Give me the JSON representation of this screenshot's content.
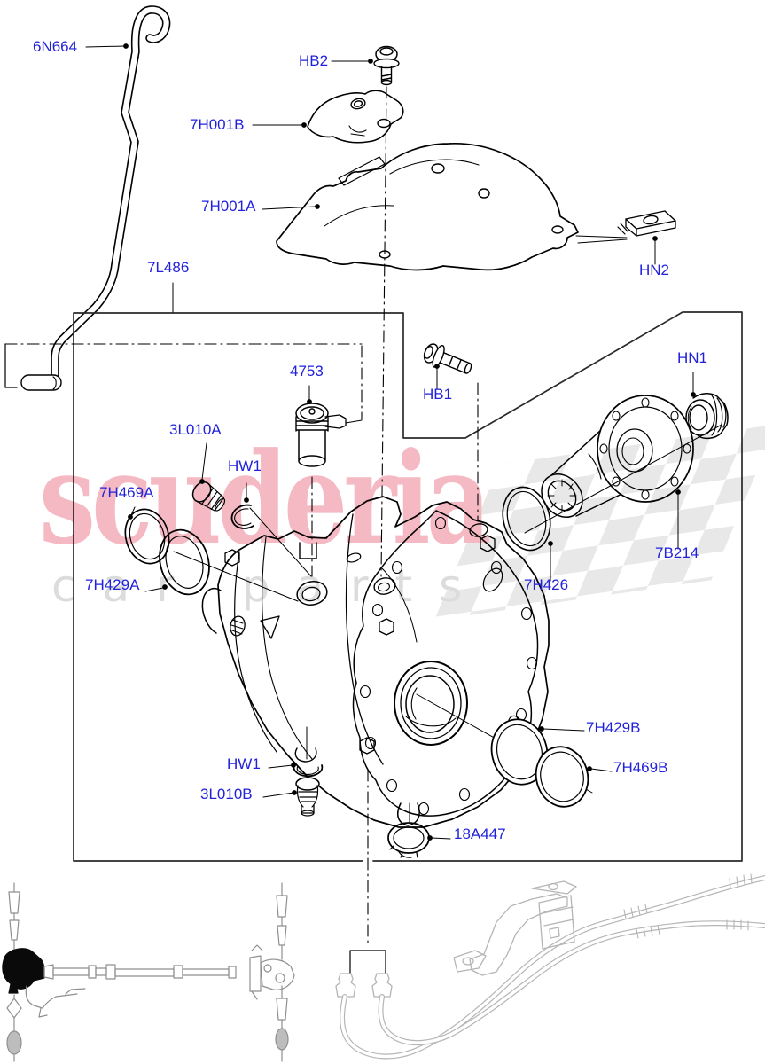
{
  "page": {
    "background": "#ffffff"
  },
  "watermark": {
    "brand": "scuderia",
    "sub": "car parts",
    "pink": "#f4b9c3",
    "gray": "#dcdcdc"
  },
  "colors": {
    "label_blue": "#2222db",
    "line": "#000000",
    "box": "#2a2a2a",
    "locator_gray": "#8f8f8f",
    "pipes_gray": "#b5b5b5"
  },
  "labels": {
    "l_6n664": "6N664",
    "l_hb2": "HB2",
    "l_7h001b": "7H001B",
    "l_7h001a": "7H001A",
    "l_hn2": "HN2",
    "l_7l486": "7L486",
    "l_4753": "4753",
    "l_hb1": "HB1",
    "l_hn1": "HN1",
    "l_3l010a": "3L010A",
    "l_hw1_top": "HW1",
    "l_7h469a": "7H469A",
    "l_7h429a": "7H429A",
    "l_7h426": "7H426",
    "l_7b214": "7B214",
    "l_7h429b": "7H429B",
    "l_7h469b": "7H469B",
    "l_hw1_bottom": "HW1",
    "l_3l010b": "3L010B",
    "l_18a447": "18A447"
  }
}
